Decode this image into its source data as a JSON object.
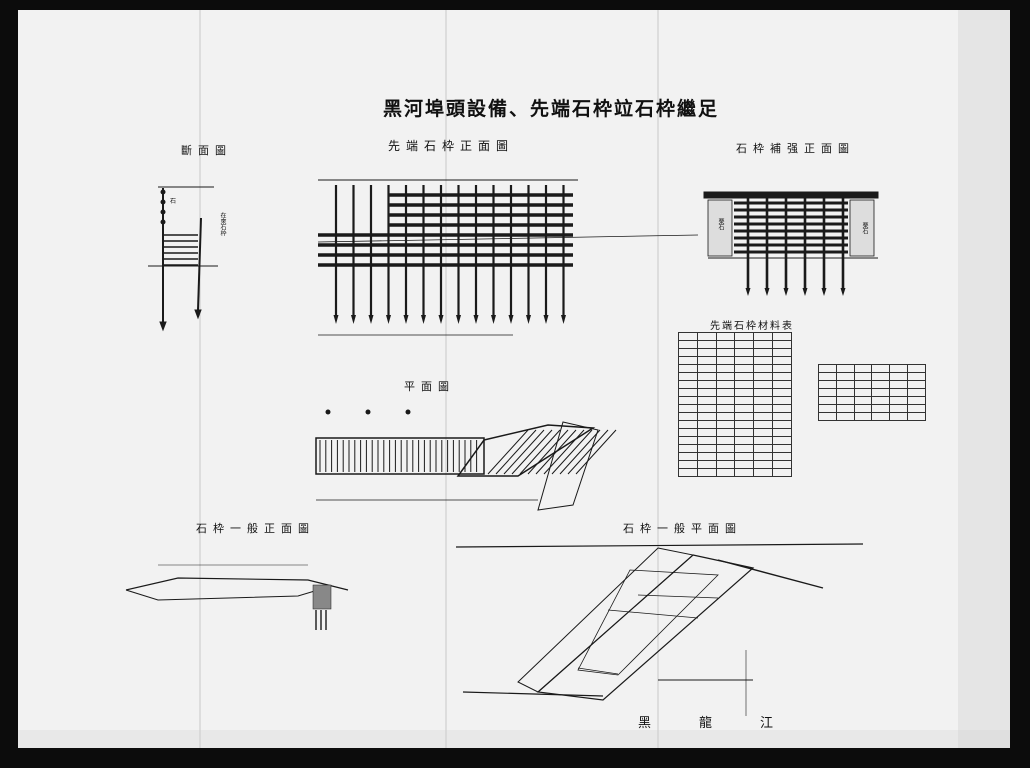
{
  "sheet": {
    "title": "黑河埠頭設備、先端石枠竝石枠繼足",
    "views": {
      "section": "斷面圖",
      "tip_front": "先端石枠正面圖",
      "reinforcement_front": "石枠補强正面圖",
      "plan": "平面圖",
      "materials_table": "先端石枠材料表",
      "general_front": "石枠一般正面圖",
      "general_plan": "石枠一般平面圖",
      "river": "黑龍江"
    },
    "section_labels": {
      "original_crib": "在來石枠",
      "stone": "石"
    },
    "reinf_labels": {
      "left": "栗石",
      "right": "栗石"
    }
  },
  "colors": {
    "background": "#0c0c0c",
    "paper": "#f2f2f2",
    "ink": "#1a1a1a"
  }
}
